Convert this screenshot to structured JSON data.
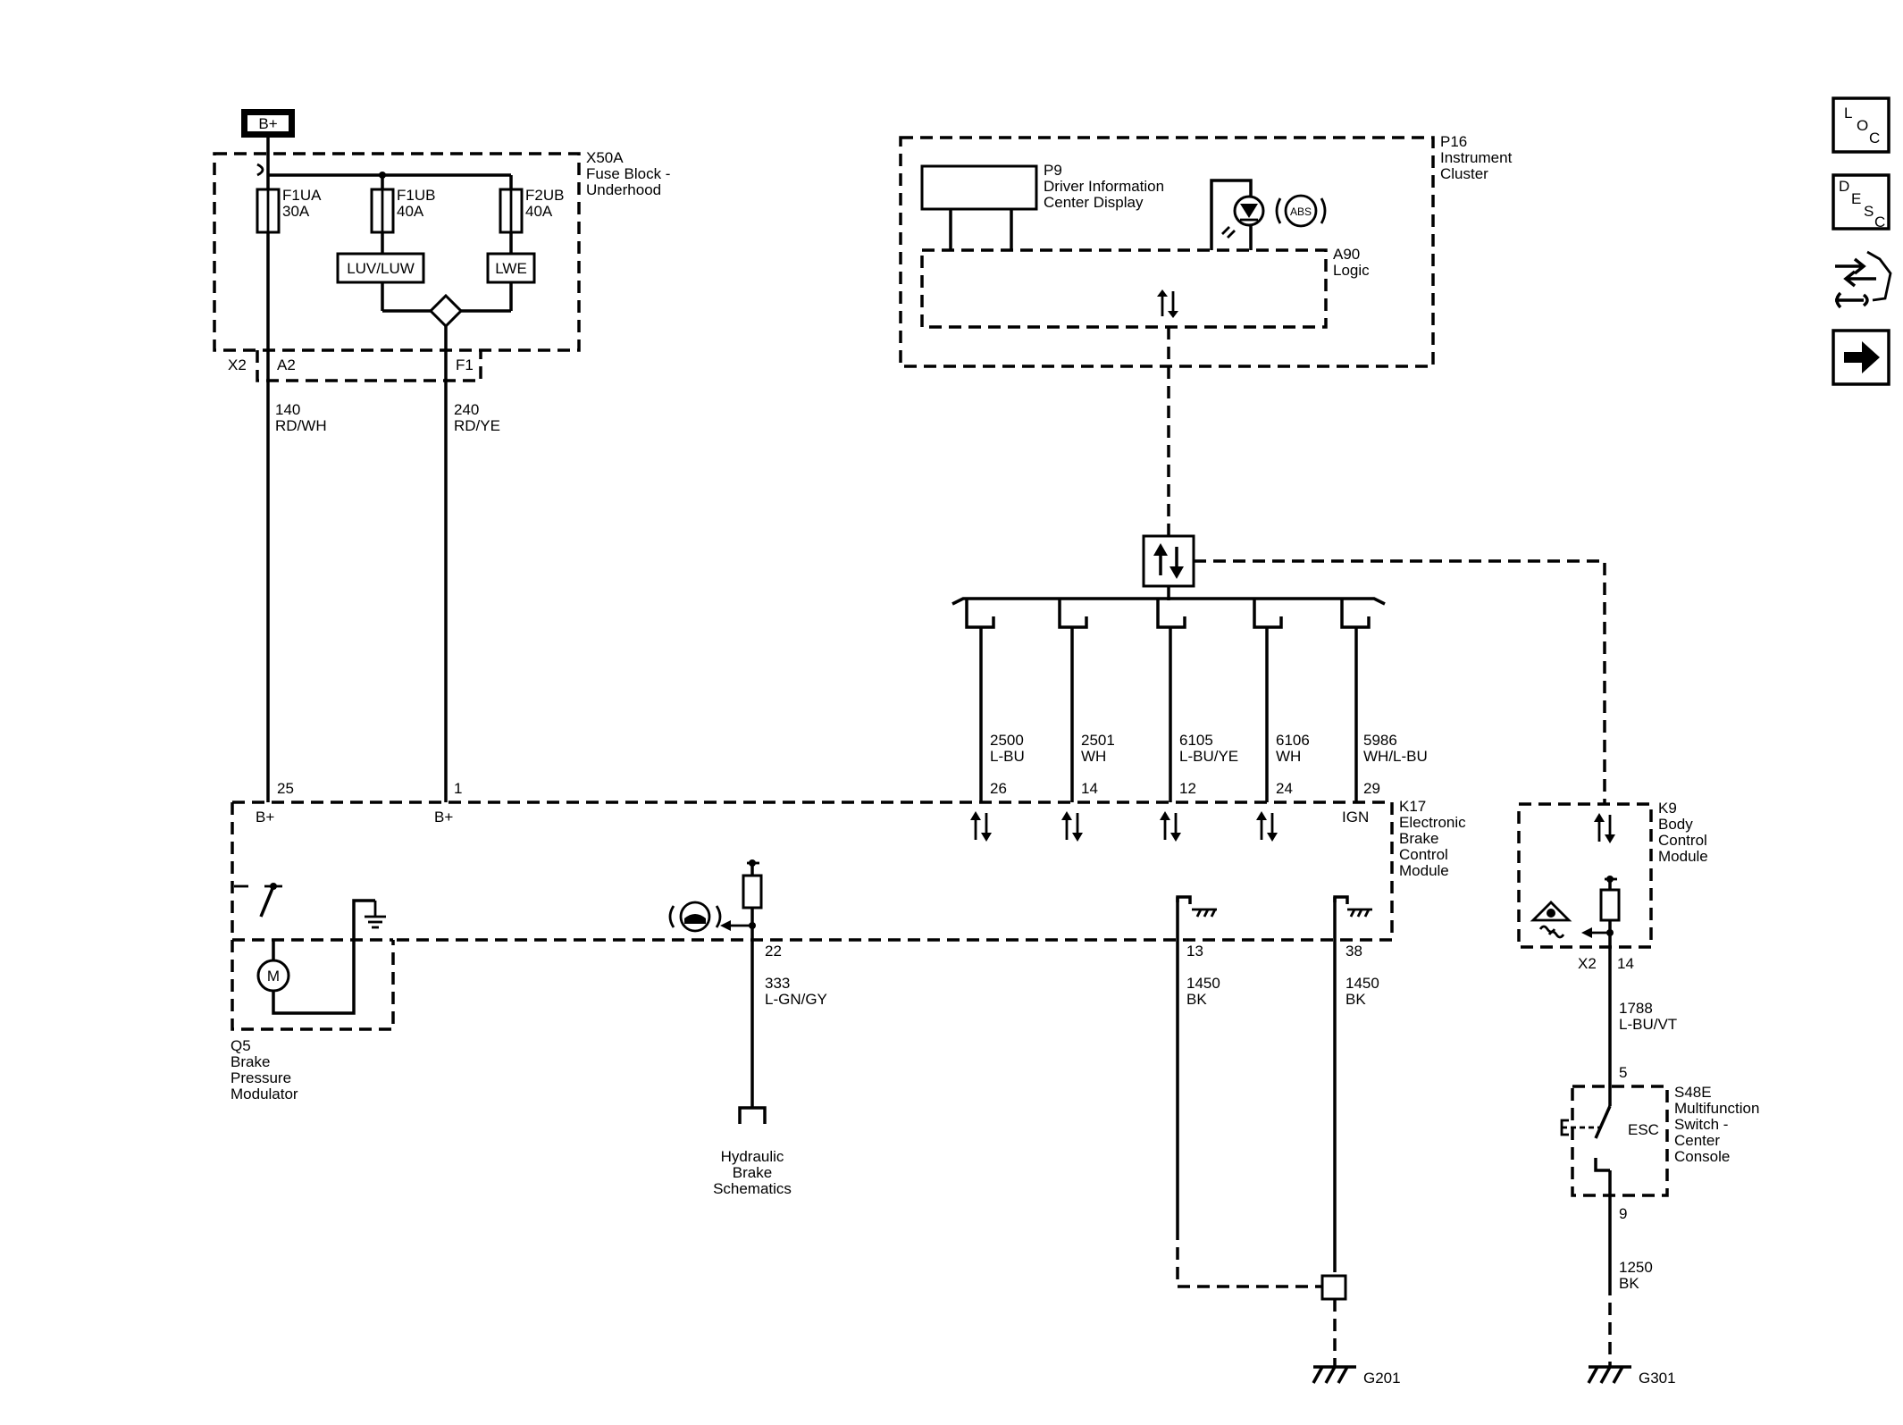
{
  "battery": {
    "label": "B+"
  },
  "fuse_block": {
    "ref": "X50A",
    "name_line1": "Fuse Block -",
    "name_line2": "Underhood",
    "fuses": [
      {
        "ref": "F1UA",
        "amps": "30A"
      },
      {
        "ref": "F1UB",
        "amps": "40A"
      },
      {
        "ref": "F2UB",
        "amps": "40A"
      }
    ],
    "relays": [
      "LUV/LUW",
      "LWE"
    ],
    "connector": "X2",
    "pins": [
      "A2",
      "F1"
    ]
  },
  "circuits": {
    "c140": {
      "num": "140",
      "color": "RD/WH"
    },
    "c240": {
      "num": "240",
      "color": "RD/YE"
    },
    "c2500": {
      "num": "2500",
      "color": "L-BU"
    },
    "c2501": {
      "num": "2501",
      "color": "WH"
    },
    "c6105": {
      "num": "6105",
      "color": "L-BU/YE"
    },
    "c6106": {
      "num": "6106",
      "color": "WH"
    },
    "c5986": {
      "num": "5986",
      "color": "WH/L-BU"
    },
    "c333": {
      "num": "333",
      "color": "L-GN/GY"
    },
    "c1450a": {
      "num": "1450",
      "color": "BK"
    },
    "c1450b": {
      "num": "1450",
      "color": "BK"
    },
    "c1788": {
      "num": "1788",
      "color": "L-BU/VT"
    },
    "c1250": {
      "num": "1250",
      "color": "BK"
    }
  },
  "instrument_cluster": {
    "ref": "P16",
    "name_line1": "Instrument",
    "name_line2": "Cluster",
    "display_ref": "P9",
    "display_line1": "Driver Information",
    "display_line2": "Center Display",
    "logic_ref": "A90",
    "logic_name": "Logic",
    "abs_label": "ABS"
  },
  "ebcm": {
    "ref": "K17",
    "lines": [
      "Electronic",
      "Brake",
      "Control",
      "Module"
    ],
    "pins": [
      "25",
      "1",
      "26",
      "14",
      "12",
      "24",
      "29",
      "22",
      "13",
      "38"
    ],
    "power_labels": [
      "B+",
      "B+"
    ],
    "ign_label": "IGN"
  },
  "modulator": {
    "ref": "Q5",
    "lines": [
      "Brake",
      "Pressure",
      "Modulator"
    ],
    "motor_label": "M"
  },
  "hydraulic": {
    "lines": [
      "Hydraulic",
      "Brake",
      "Schematics"
    ]
  },
  "bcm": {
    "ref": "K9",
    "lines": [
      "Body",
      "Control",
      "Module"
    ],
    "connector": "X2",
    "pin": "14"
  },
  "switch": {
    "ref": "S48E",
    "lines": [
      "Multifunction",
      "Switch -",
      "Center",
      "Console"
    ],
    "label": "ESC",
    "pins": [
      "5",
      "9"
    ]
  },
  "grounds": [
    "G201",
    "G301"
  ],
  "nav": {
    "loc": [
      "L",
      "O",
      "C"
    ],
    "desc": [
      "D",
      "E",
      "S",
      "C"
    ]
  }
}
